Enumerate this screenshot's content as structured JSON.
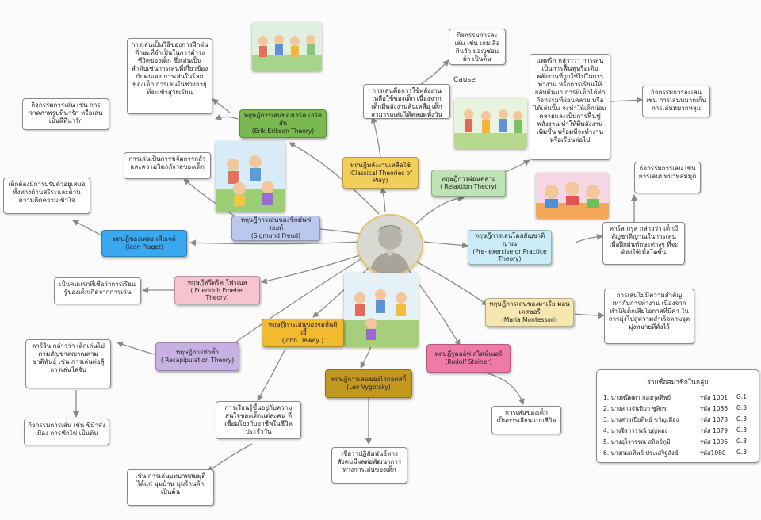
{
  "cause_label": "Cause",
  "theories": {
    "erikson": {
      "title": "ทฤษฎีการเล่นของเอริค เอริคสัน",
      "sub": "(Erik Erikson Theory)",
      "color": "#79b950"
    },
    "classical": {
      "title": "ทฤษฎีพลังงานเหลือใช้",
      "sub": "(Classical Theories of Play)",
      "color": "#f3cf5a"
    },
    "relaxation": {
      "title": "ทฤษฎีการผ่อนคลาย",
      "sub": "( Relaxtion Theory)",
      "color": "#bfe3b6"
    },
    "freud": {
      "title": "ทฤษฎีการเล่นของซิกมันฟรอยด์",
      "sub": "(Sigmund Freud)",
      "color": "#b9c8ec"
    },
    "piaget": {
      "title": "ทฤษฎีของเพลง เพียเจต์",
      "sub": "(Jean Piaget)",
      "color": "#3aa8f0"
    },
    "preexercise": {
      "title": "ทฤษฎีการเล่นโดยสัญชาติญาณ",
      "sub": "(Pre- exercise or Practice Theory)",
      "color": "#c9ecf7"
    },
    "froebel": {
      "title": "ทฤษฎีฟรีดริค โฟรเบล",
      "sub": "( Friedrich Froebel Theory)",
      "color": "#f6c3cf"
    },
    "montessori": {
      "title": "ทฤษฎีการเล่นของมาเรีย มอนเตสซอรี่",
      "sub": "(Maria Montessori)",
      "color": "#f6e7b0"
    },
    "dewey": {
      "title": "ทฤษฎีการเล่นของจอห์นดิวอี้",
      "sub": "(John Dewey )",
      "color": "#f2ba2e"
    },
    "recapitulation": {
      "title": "ทฤษฎีการทำซ้ำ",
      "sub": "( Recapipulation Theory)",
      "color": "#c7b1e3"
    },
    "steiner": {
      "title": "ทฤษฎีรูดอล์ฟ สไตน์เนอร์",
      "sub": "(Rudolf Steiner)",
      "color": "#ef7aa8"
    },
    "vygotsky": {
      "title": "ทฤษฎีการเล่นของไวกอตสกี้",
      "sub": "(Lev Vygotsky)",
      "color": "#c3981f"
    }
  },
  "notes": {
    "erikson_main": "การเล่นเป็นวิธีของการฝึกฝนทักษะที่จำเป็นในการดำรงชีวิตของเด็ก ซึ่งเล่นเป็นลำดับเช่นการเล่นที่เกี่ยวข้องกับคนเอง การเล่นในโลกของเด็ก การเล่นในช่วงอายุที่จะเข้าสู่วัยเรียน",
    "erikson_activity": "กิจกรรมการเล่น เช่น การวาดภาพรูปที่น่ารัก หรือเล่นเป็นผีที่น่ารัก",
    "freud_main": "การเล่นเป็นการขจัดการกลัว และความวิตกกังวลของเด็ก",
    "piaget_main": "เด็กต้องมีการปรับตัวอยู่เสมอทั้งทางด้านสรีระและด้านความคิดความเข้าใจ",
    "classical_activity": "กิจกรรมการละเล่น เช่น เกมเสือกินวัว มอญซ่อนผ้า เป็นต้น",
    "classical_main": "การเล่นคือการใช้พลังงานเหลือใช้ของเด็ก เนื่องจากเด็กมีพลังงานล้นเหลือ เด็กสามารถเล่นได้ตลอดทั้งวัน",
    "relaxation_main": "แพทริก กล่าวว่า การเล่นเป็นการฟื้นฟูหรือเติมพลังงานที่ถูกใช้ไปในการทำงาน หรือการเรียนให้กลับคืนมา การที่เด็กได้ทำกิจกรรมที่ผ่อนคลาย หรือได้เล่นนั้น จะทำให้เด็กผ่อนคลายและเป็นการฟื้นฟูพลังงาน ทำให้มีพลังงานเพิ่มขึ้น พร้อมที่จะทำงานหรือเรียนต่อไป",
    "relaxation_activity": "กิจกรรมการละเล่น เช่น การเล่นหมากเก็บ การเล่นหมากหลุม",
    "preexercise_activity": "กิจกรรมการเล่น เช่น การเล่นบทบาทสมมุติ",
    "preexercise_main": "คาร์ล กรูส กล่าวว่า เด็กมีสัญชาติญาณในการเล่นเพื่อฝึกฝนทักษะต่างๆ ที่จะต้องใช้เมื่อโตขึ้น",
    "froebel_main": "เป็นคนแรกที่เชื่อว่าการเรียนรู้ของเด็กเกิดจากการเล่น",
    "montessori_main": "การเล่นไม่มีความสำคัญเท่ากับการทำงาน เนื่องจากทำให้เด็กเสียโอกาสที่มีค่า ในการมุ่งไปสู่ความสำเร็จตามจุดมุ่งหมายที่ตั้งไว้",
    "recap_main": "ดาร์วิน กล่าวว่า เด็กเล่นไปตามสัญชาตญาณตามชาติพันธุ์ เช่น การเล่นต่อสู้ การเล่นไล่จับ",
    "recap_activity": "กิจกรรมการเล่น เช่น ขี่ม้าส่งเมือง การฟักไข่ เป็นต้น",
    "dewey_main": "การเรียนรู้ขึ้นอยู่กับความสนใจของเด็กแต่ละคน ที่เชื่อมโยงกับอาชีพในชีวิตประจำวัน",
    "dewey_activity": "เช่น การเล่นบทบาทสมมุติได้แก่ มุมบ้าน มุมร้านค้า เป็นต้น",
    "vygotsky_main": "เชื่อว่าปฏิสัมพันธ์ทางสังคมมีผลต่อพัฒนาการทางการเล่นของเด็ก",
    "steiner_main": "การเล่นของเด็กเป็นการเลียนแบบชีวิต"
  },
  "members": {
    "title": "รายชื่อสมาชิกในกลุ่ม",
    "rows": [
      {
        "name": "1. นางพนิดดา กองกุลทิพย์",
        "code": "รหัส 1001",
        "group": "G.1"
      },
      {
        "name": "2. นางสาวจันทิมา ชูลิกร",
        "code": "รหัส 1086",
        "group": "G.3"
      },
      {
        "name": "3. นางสาวเปียทิพย์ ขวัญเมือง",
        "code": "รหัส 1078",
        "group": "G.3"
      },
      {
        "name": "4. นางจิราวรรณ์ บุญทอง",
        "code": "รหัส 1079",
        "group": "G.3"
      },
      {
        "name": "5. นางอุไรวรรณ สถิตย์ภูมิ",
        "code": "รหัส 1096",
        "group": "G.3"
      },
      {
        "name": "6. นางกมลทิพย์ ประเสริฐสังข์",
        "code": "รหัส1080",
        "group": "G.3"
      }
    ]
  }
}
